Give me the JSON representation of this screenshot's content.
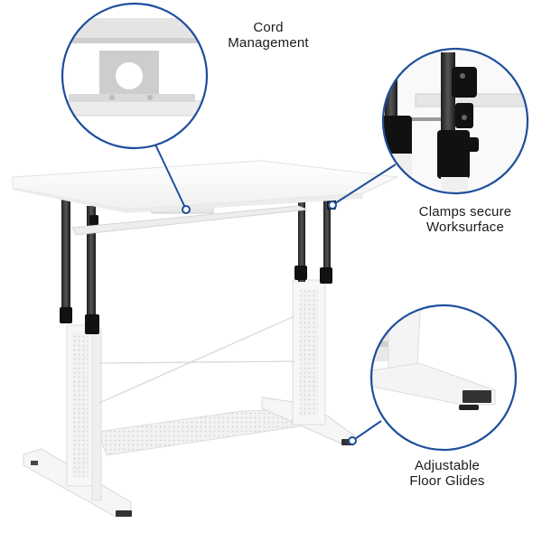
{
  "image": {
    "subject": "white adjustable height desk",
    "accent_color": "#1f4e9c",
    "background": "#ffffff"
  },
  "callouts": [
    {
      "id": "cord-management",
      "lines": [
        "Cord",
        "Management"
      ],
      "detail": "cord management bracket with round grommet hole"
    },
    {
      "id": "clamps",
      "lines": [
        "Clamps secure",
        "Worksurface"
      ],
      "detail": "black leg clamps on height-adjustable posts"
    },
    {
      "id": "floor-glides",
      "lines": [
        "Adjustable",
        "Floor Glides"
      ],
      "detail": "white T-foot with black leveling glide"
    }
  ]
}
